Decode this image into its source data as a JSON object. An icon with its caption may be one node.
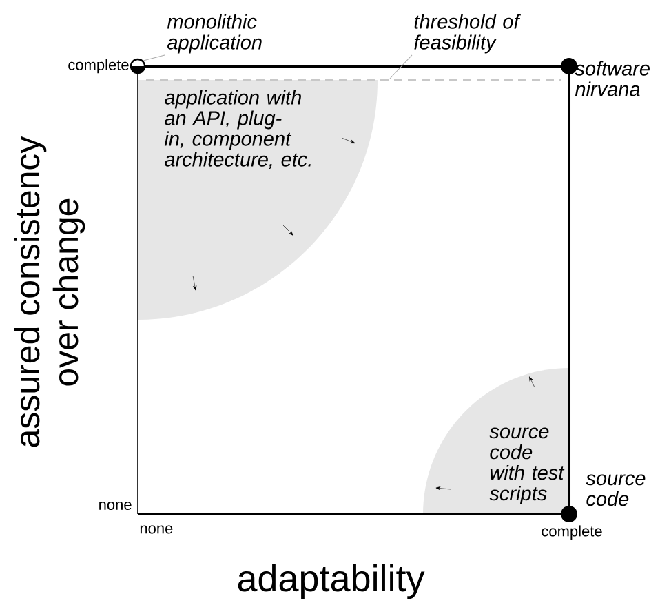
{
  "diagram": {
    "nodes": [
      {
        "text": [
          "application with an API, plug-in, component architecture, etc."
        ]
      },
      {
        "text": [
          "source code with test scripts"
        ]
      },
      {
        "text": [
          "monolithic application"
        ]
      },
      {
        "text": [],
        "shape": "circle"
      },
      {
        "text": [
          "threshold of feasibility"
        ]
      },
      {
        "text": [],
        "shape": "circle",
        "beside": [
          "software nirvana"
        ]
      },
      {
        "text": [],
        "shape": "circle",
        "beside": [
          "source code"
        ]
      },
      {
        "text": [],
        "shape": "line"
      }
    ],
    "edges": [
      {
        "from": 2,
        "to": 3,
        "arrow": "none",
        "color": "#aaaaaa"
      },
      {
        "from": 4,
        "to": 7,
        "arrow": "none",
        "color": "#aaaaaa"
      }
    ],
    "labels": [
      "complete",
      "none",
      "none",
      "complete",
      "assured consistency over change",
      "adaptability"
    ]
  }
}
